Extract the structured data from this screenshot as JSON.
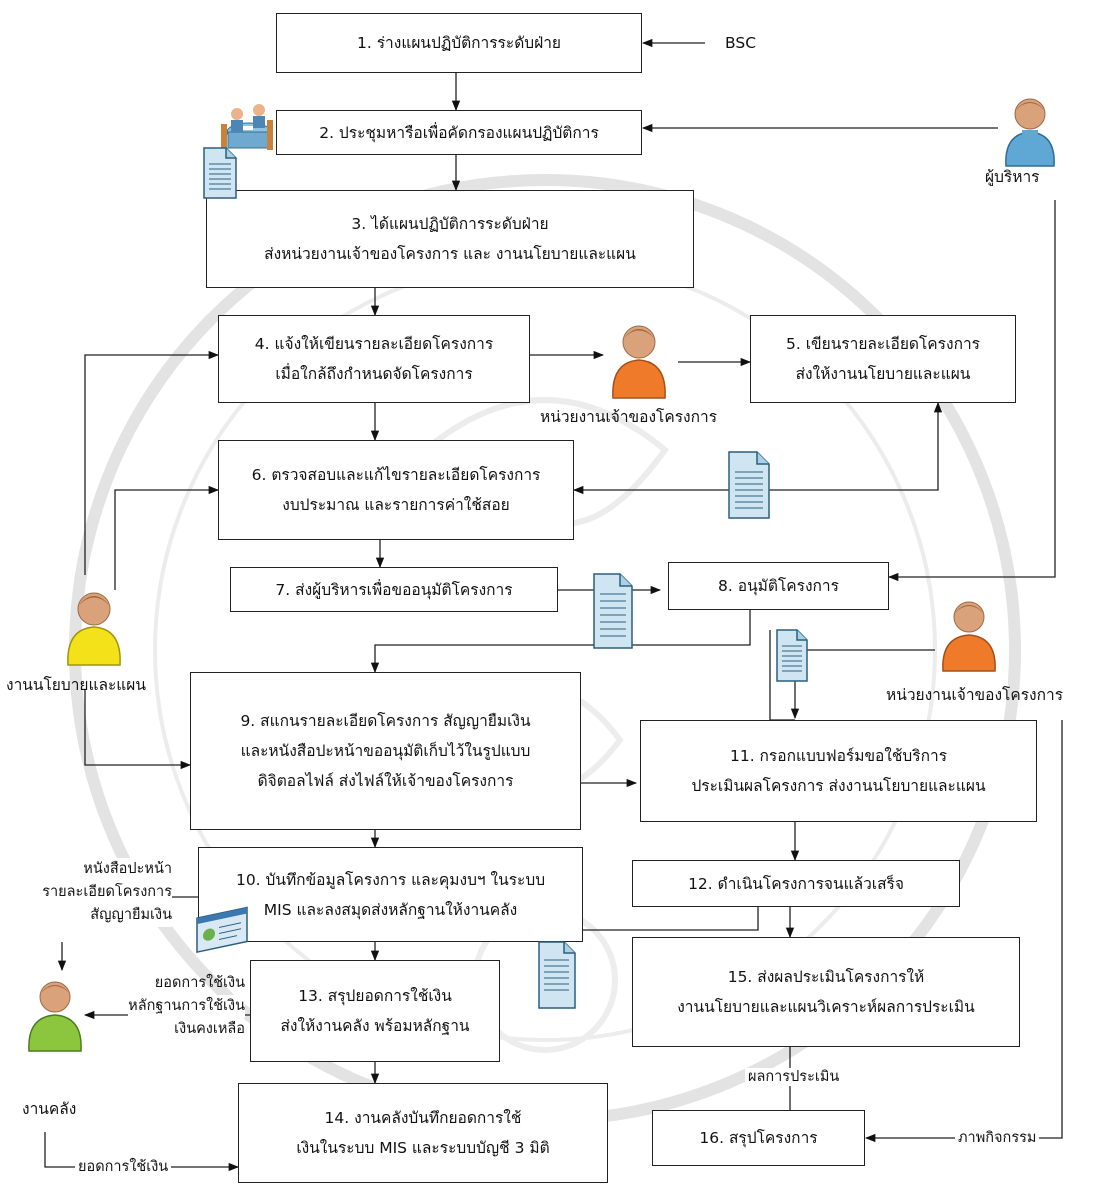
{
  "steps": {
    "s1": "1. ร่างแผนปฏิบัติการระดับฝ่าย",
    "s2": "2. ประชุมหารือเพื่อคัดกรองแผนปฏิบัติการ",
    "s3": [
      "3. ได้แผนปฏิบัติการระดับฝ่าย",
      "ส่งหน่วยงานเจ้าของโครงการ และ งานนโยบายและแผน"
    ],
    "s4": [
      "4. แจ้งให้เขียนรายละเอียดโครงการ",
      "เมื่อใกล้ถึงกำหนดจัดโครงการ"
    ],
    "s5": [
      "5. เขียนรายละเอียดโครงการ",
      "ส่งให้งานนโยบายและแผน"
    ],
    "s6": [
      "6. ตรวจสอบและแก้ไขรายละเอียดโครงการ",
      "งบประมาณ และรายการค่าใช้สอย"
    ],
    "s7": "7. ส่งผู้บริหารเพื่อขออนุมัติโครงการ",
    "s8": "8. อนุมัติโครงการ",
    "s9": [
      "9. สแกนรายละเอียดโครงการ สัญญายืมเงิน",
      "และหนังสือปะหน้าขออนุมัติเก็บไว้ในรูปแบบ",
      "ดิจิตอลไฟล์ ส่งไฟล์ให้เจ้าของโครงการ"
    ],
    "s10": [
      "10. บันทึกข้อมูลโครงการ และคุมงบฯ ในระบบ",
      "MIS และลงสมุดส่งหลักฐานให้งานคลัง"
    ],
    "s11": [
      "11. กรอกแบบฟอร์มขอใช้บริการ",
      "ประเมินผลโครงการ ส่งงานนโยบายและแผน"
    ],
    "s12": "12. ดำเนินโครงการจนแล้วเสร็จ",
    "s13": [
      "13. สรุปยอดการใช้เงิน",
      "ส่งให้งานคลัง พร้อมหลักฐาน"
    ],
    "s14": [
      "14. งานคลังบันทึกยอดการใช้",
      "เงินในระบบ  MIS และระบบบัญชี 3 มิติ"
    ],
    "s15": [
      "15. ส่งผลประเมินโครงการให้",
      "งานนโยบายและแผนวิเคราะห์ผลการประเมิน"
    ],
    "s16": "16. สรุปโครงการ"
  },
  "labels": {
    "bsc": "BSC",
    "executive": "ผู้บริหาร",
    "owner_unit_1": "หน่วยงานเจ้าของโครงการ",
    "owner_unit_2": "หน่วยงานเจ้าของโครงการ",
    "policy_unit": "งานนโยบายและแผน",
    "finance_unit": "งานคลัง",
    "docs_list": [
      "หนังสือปะหน้า",
      "รายละเอียดโครงการ",
      "สัญญายืมเงิน"
    ],
    "spend_list": [
      "ยอดการใช้เงิน",
      "หลักฐานการใช้เงิน",
      "เงินคงเหลือ"
    ],
    "spend_bottom": "ยอดการใช้เงิน",
    "eval_result": "ผลการประเมิน",
    "activity_photos": "ภาพกิจกรรม"
  },
  "icons": {
    "people": [
      "person-blue-icon",
      "person-orange-icon",
      "person-yellow-icon",
      "person-green-icon"
    ],
    "documents": "document-icon",
    "meeting": "meeting-icon",
    "screen": "computer-screen-icon",
    "watermark": "university-seal-watermark"
  },
  "colors": {
    "executive": "#5fa8d6",
    "owner": "#ee7a2a",
    "policy": "#f3e21a",
    "finance": "#8cc63f",
    "document": "#cfe6f2"
  }
}
